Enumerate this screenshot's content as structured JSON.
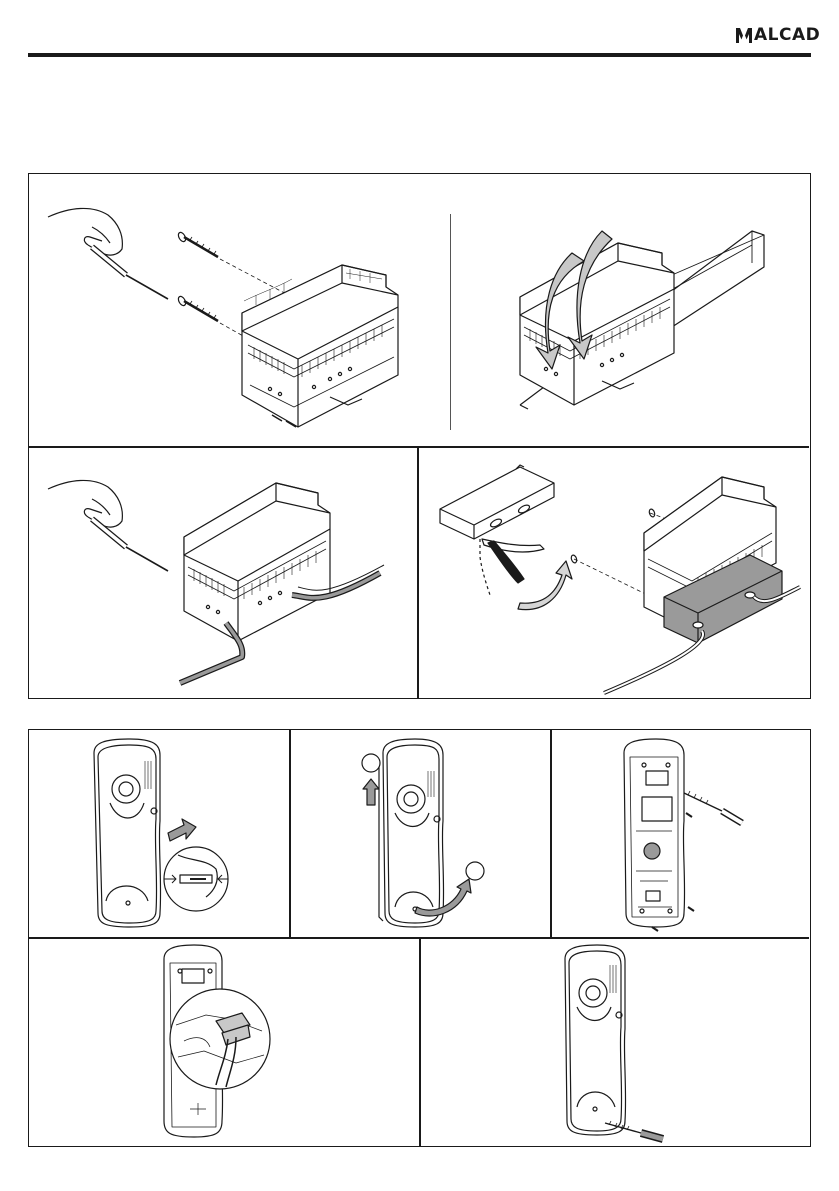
{
  "header": {
    "brand": "ALCAD",
    "brand_icon": "alcad-logo-mark",
    "rule_color": "#1a1a1a"
  },
  "sections": [
    {
      "name": "power-supply-installation",
      "panels": [
        {
          "id": "wall-screw-mounting",
          "icon": "screwdriver-icon"
        },
        {
          "id": "din-rail-mounting",
          "icon": "din-rail-icon"
        },
        {
          "id": "wire-connection",
          "icon": "screwdriver-icon"
        },
        {
          "id": "terminal-cover-fitting",
          "icon": "pliers-icon"
        }
      ]
    },
    {
      "name": "telephone-installation",
      "panels": [
        {
          "id": "open-handset-release",
          "icon": "arrow-icon"
        },
        {
          "id": "lift-and-rotate-cover",
          "icon": "arrow-icon"
        },
        {
          "id": "screw-base-to-wall",
          "icon": "screwdriver-icon"
        },
        {
          "id": "connect-wires",
          "icon": "connector-icon"
        },
        {
          "id": "close-and-secure",
          "icon": "screwdriver-icon"
        }
      ]
    }
  ],
  "colors": {
    "line": "#1a1a1a",
    "shade": "#9a9a9a",
    "light": "#d6d6d6",
    "skin": "#ffffff"
  }
}
